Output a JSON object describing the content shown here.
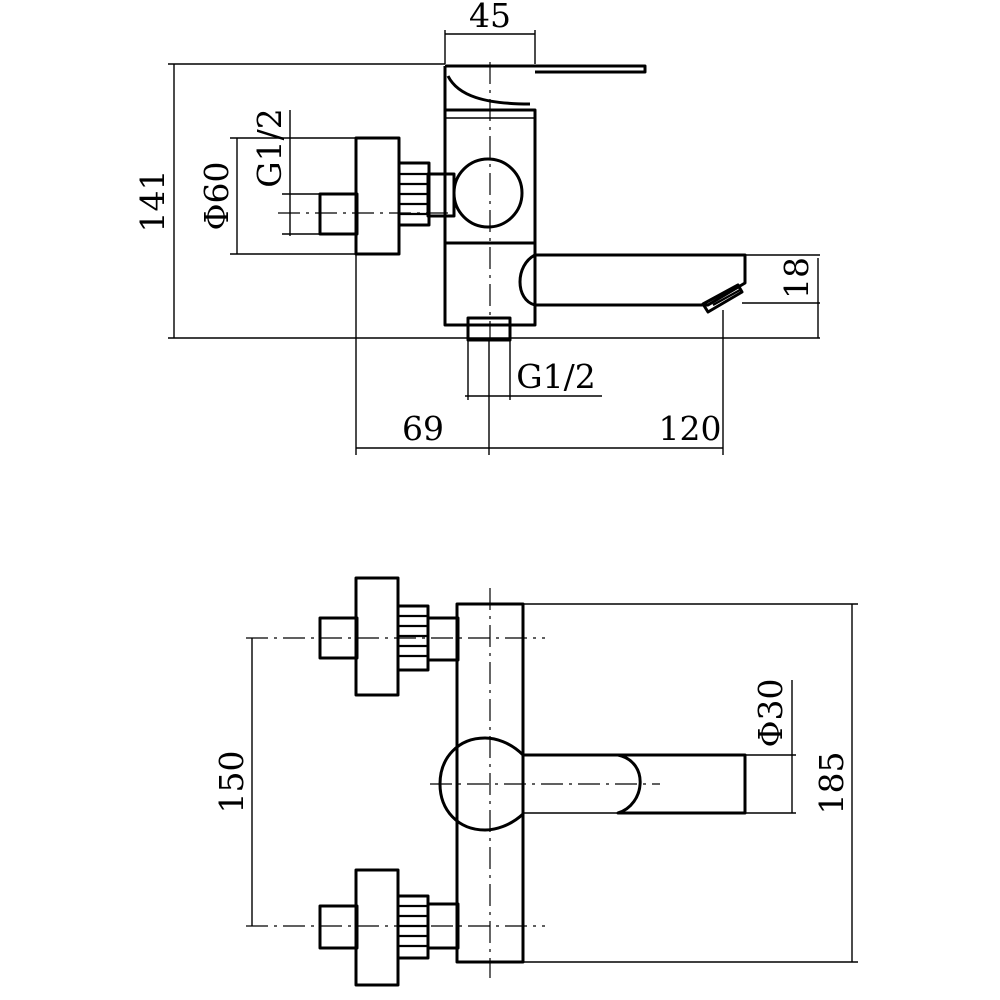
{
  "side_view": {
    "dim_width_top": "45",
    "dim_height": "141",
    "dim_diameter_flange": "Φ60",
    "dim_thread_inlet": "G1/2",
    "dim_spout": "18",
    "dim_thread_outlet": "G1/2",
    "dim_wall_left": "69",
    "dim_wall_right": "120"
  },
  "top_view": {
    "dim_spacing": "150",
    "dim_diameter_body": "Φ30",
    "dim_total_length": "185"
  },
  "colors": {
    "line": "#000000",
    "background": "#ffffff"
  }
}
